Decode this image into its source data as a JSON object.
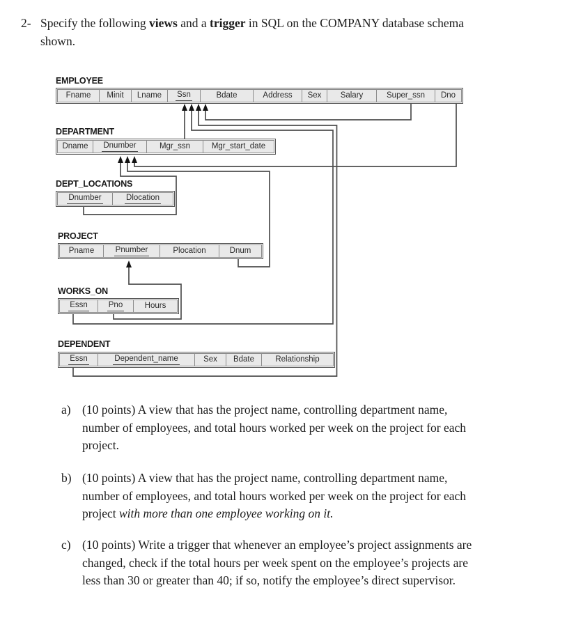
{
  "question": {
    "number": "2-",
    "intro_lines": [
      [
        {
          "t": "Specify the following "
        },
        {
          "t": "views",
          "b": true
        },
        {
          "t": " and a "
        },
        {
          "t": "trigger",
          "b": true
        },
        {
          "t": " in SQL on the COMPANY database schema"
        }
      ],
      [
        {
          "t": "shown."
        }
      ]
    ],
    "items": [
      {
        "marker": "a)",
        "lines": [
          [
            {
              "t": "(10 points) A view that has the project name, controlling department name,"
            }
          ],
          [
            {
              "t": "number of employees, and total hours worked per week on the project for each"
            }
          ],
          [
            {
              "t": "project."
            }
          ]
        ]
      },
      {
        "marker": "b)",
        "lines": [
          [
            {
              "t": "(10 points) A view that has the project name, controlling department name,"
            }
          ],
          [
            {
              "t": "number of employees, and total hours worked per week on the project for each"
            }
          ],
          [
            {
              "t": "project "
            },
            {
              "t": "with more than one employee working on it.",
              "i": true
            }
          ]
        ]
      },
      {
        "marker": "c)",
        "lines": [
          [
            {
              "t": "(10 points) Write a trigger that whenever an employee’s project assignments are"
            }
          ],
          [
            {
              "t": "changed, check if the total hours per week spent on the employee’s projects are"
            }
          ],
          [
            {
              "t": "less than 30 or greater than 40; if so, notify the employee’s direct supervisor."
            }
          ]
        ]
      }
    ]
  },
  "schema": {
    "tables": [
      {
        "id": "employee",
        "name": "EMPLOYEE",
        "columns": [
          {
            "label": "Fname"
          },
          {
            "label": "Minit"
          },
          {
            "label": "Lname"
          },
          {
            "label": "Ssn",
            "key": true
          },
          {
            "label": "Bdate"
          },
          {
            "label": "Address"
          },
          {
            "label": "Sex"
          },
          {
            "label": "Salary"
          },
          {
            "label": "Super_ssn"
          },
          {
            "label": "Dno"
          }
        ]
      },
      {
        "id": "department",
        "name": "DEPARTMENT",
        "columns": [
          {
            "label": "Dname"
          },
          {
            "label": "Dnumber",
            "key": true
          },
          {
            "label": "Mgr_ssn"
          },
          {
            "label": "Mgr_start_date"
          }
        ]
      },
      {
        "id": "dept_locations",
        "name": "DEPT_LOCATIONS",
        "columns": [
          {
            "label": "Dnumber",
            "key": true
          },
          {
            "label": "Dlocation",
            "key": true
          }
        ]
      },
      {
        "id": "project",
        "name": "PROJECT",
        "columns": [
          {
            "label": "Pname"
          },
          {
            "label": "Pnumber",
            "key": true
          },
          {
            "label": "Plocation"
          },
          {
            "label": "Dnum"
          }
        ]
      },
      {
        "id": "works_on",
        "name": "WORKS_ON",
        "columns": [
          {
            "label": "Essn",
            "key": true
          },
          {
            "label": "Pno",
            "key": true
          },
          {
            "label": "Hours"
          }
        ]
      },
      {
        "id": "dependent",
        "name": "DEPENDENT",
        "columns": [
          {
            "label": "Essn",
            "key": true
          },
          {
            "label": "Dependent_name",
            "key": true
          },
          {
            "label": "Sex"
          },
          {
            "label": "Bdate"
          },
          {
            "label": "Relationship"
          }
        ]
      }
    ],
    "foreign_keys": [
      {
        "from": "DEPARTMENT.Mgr_ssn",
        "to": "EMPLOYEE.Ssn"
      },
      {
        "from": "WORKS_ON.Essn",
        "to": "EMPLOYEE.Ssn"
      },
      {
        "from": "DEPENDENT.Essn",
        "to": "EMPLOYEE.Ssn"
      },
      {
        "from": "EMPLOYEE.Super_ssn",
        "to": "EMPLOYEE.Ssn"
      },
      {
        "from": "DEPT_LOCATIONS.Dnumber",
        "to": "DEPARTMENT.Dnumber"
      },
      {
        "from": "PROJECT.Dnum",
        "to": "DEPARTMENT.Dnumber"
      },
      {
        "from": "EMPLOYEE.Dno",
        "to": "DEPARTMENT.Dnumber"
      },
      {
        "from": "WORKS_ON.Pno",
        "to": "PROJECT.Pnumber"
      }
    ]
  },
  "colors": {
    "cell_fill": "#e9e9e9",
    "cell_border": "#8c8c8c",
    "table_outline": "#555555",
    "connector": "#4d4d4d",
    "arrowhead": "#141414",
    "text": "#1c1c1c"
  }
}
